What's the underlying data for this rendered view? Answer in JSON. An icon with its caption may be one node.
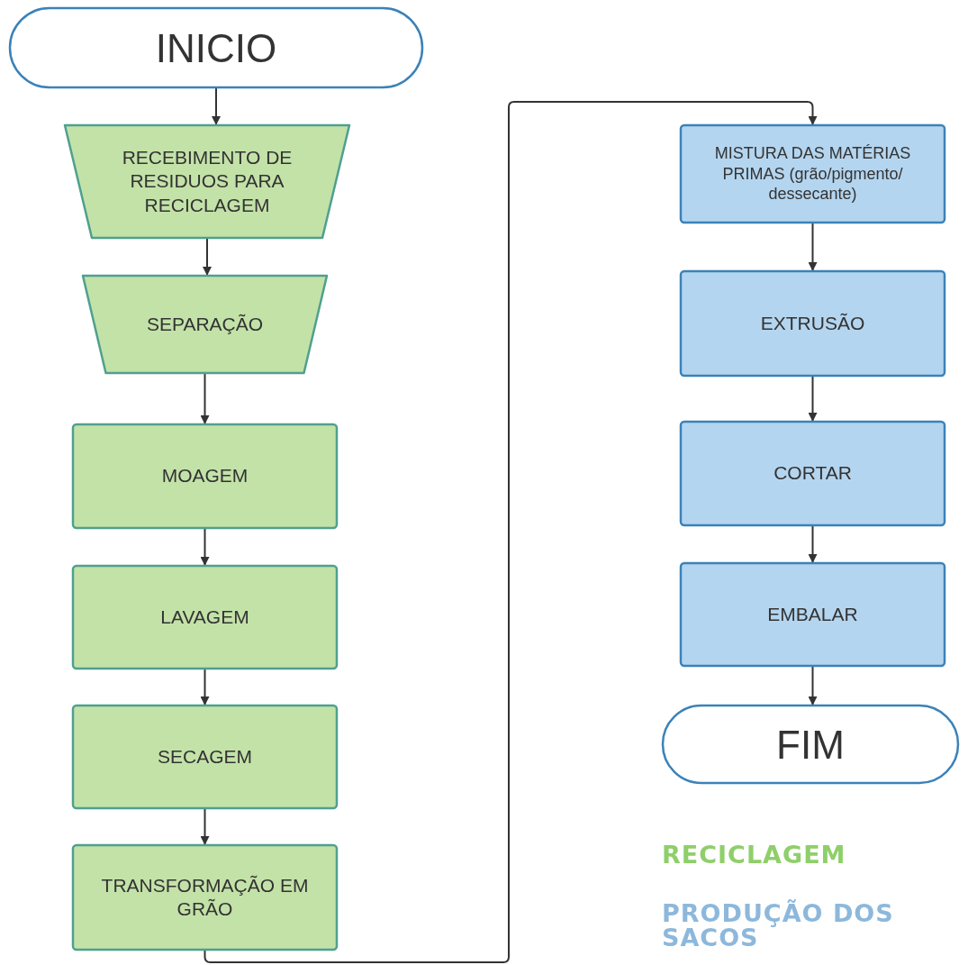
{
  "diagram": {
    "nodes": [
      {
        "text": [
          "INICIO"
        ]
      },
      {
        "text": [
          "RECEBIMENTO DE RESIDUOS PARA RECICLAGEM"
        ]
      },
      {
        "text": [
          "SEPARAÇÃO"
        ]
      },
      {
        "text": [
          "MOAGEM"
        ]
      },
      {
        "text": [
          "LAVAGEM"
        ]
      },
      {
        "text": [
          "SECAGEM"
        ]
      },
      {
        "text": [
          "TRANSFORMAÇÃO EM GRÃO"
        ]
      },
      {
        "text": [
          "MISTURA DAS MATÉRIAS PRIMAS (grão/pigmento/ dessecante)"
        ]
      },
      {
        "text": [
          "EXTRUSÃO"
        ]
      },
      {
        "text": [
          "CORTAR"
        ]
      },
      {
        "text": [
          "EMBALAR"
        ]
      },
      {
        "text": [
          "FIM"
        ]
      }
    ],
    "edges": [
      {
        "from": 0,
        "to": 1,
        "arrow": "to"
      },
      {
        "from": 1,
        "to": 2,
        "arrow": "to"
      },
      {
        "from": 2,
        "to": 3,
        "arrow": "to"
      },
      {
        "from": 3,
        "to": 4,
        "arrow": "to"
      },
      {
        "from": 4,
        "to": 5,
        "arrow": "to"
      },
      {
        "from": 5,
        "to": 6,
        "arrow": "to"
      },
      {
        "from": 6,
        "to": 7,
        "arrow": "to"
      },
      {
        "from": 7,
        "to": 8,
        "arrow": "to"
      },
      {
        "from": 8,
        "to": 9,
        "arrow": "to"
      },
      {
        "from": 9,
        "to": 10,
        "arrow": "to"
      },
      {
        "from": 10,
        "to": 11,
        "arrow": "to"
      }
    ],
    "labels": [
      "RECICLAGEM",
      "PRODUÇÃO DOS SACOS"
    ]
  }
}
